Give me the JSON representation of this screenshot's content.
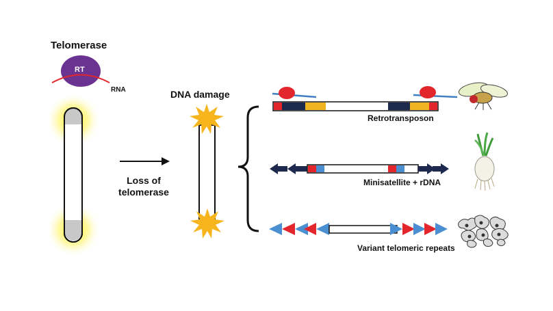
{
  "labels": {
    "telomerase": "Telomerase",
    "rt": "RT",
    "rna": "RNA",
    "dna_damage": "DNA damage",
    "loss_line1": "Loss of",
    "loss_line2": "telomerase",
    "retrotransposon": "Retrotransposon",
    "minisatellite": "Minisatellite + rDNA",
    "variant": "Variant telomeric repeats"
  },
  "colors": {
    "telomerase_purple": "#6a3392",
    "rna_red": "#e3262b",
    "glow_yellow": "#fff200",
    "chromosome_gray": "#c8c8c8",
    "starburst": "#f7b51d",
    "navy": "#1d2a4d",
    "gold": "#f0b322",
    "red": "#e3262b",
    "light_blue": "#4a8fd2",
    "retro_line_blue": "#3f7fc2"
  },
  "icons": [
    "fruit-fly-icon",
    "onion-plant-icon",
    "cell-cluster-icon",
    "arrow-right-icon",
    "brace-icon",
    "starburst-icon"
  ]
}
